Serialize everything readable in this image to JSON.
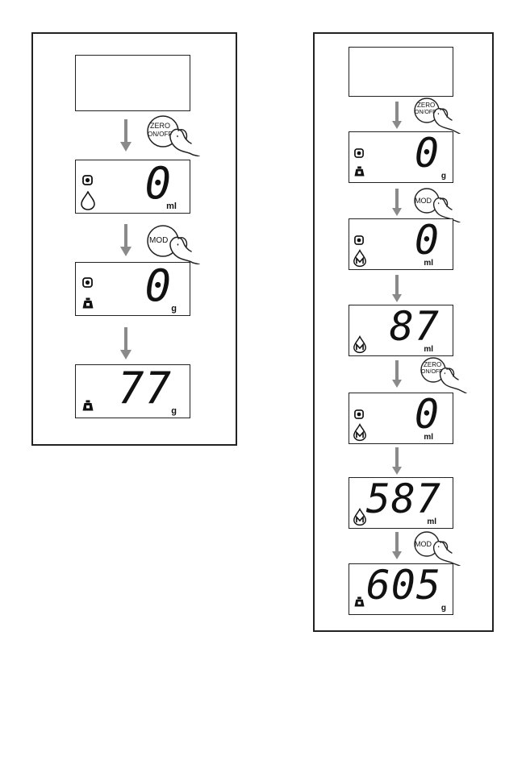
{
  "buttons": {
    "zero_line1": "ZERO",
    "zero_line2": "ON/OFF",
    "mod": "MOD"
  },
  "left": {
    "screens": [
      {
        "value": "",
        "unit": ""
      },
      {
        "value": "0",
        "unit": "ml"
      },
      {
        "value": "0",
        "unit": "g"
      },
      {
        "value": "77",
        "unit": "g"
      }
    ]
  },
  "right": {
    "screens": [
      {
        "value": "",
        "unit": ""
      },
      {
        "value": "0",
        "unit": "g"
      },
      {
        "value": "0",
        "unit": "ml"
      },
      {
        "value": "87",
        "unit": "ml"
      },
      {
        "value": "0",
        "unit": "ml"
      },
      {
        "value": "587",
        "unit": "ml"
      },
      {
        "value": "605",
        "unit": "g"
      }
    ]
  },
  "icons": [
    "target-dot-icon",
    "drop-icon",
    "weight-icon",
    "drop-m-icon",
    "finger-press-icon",
    "down-arrow-icon"
  ],
  "colors": {
    "line": "#222222",
    "arrow": "#8a8a8a"
  }
}
